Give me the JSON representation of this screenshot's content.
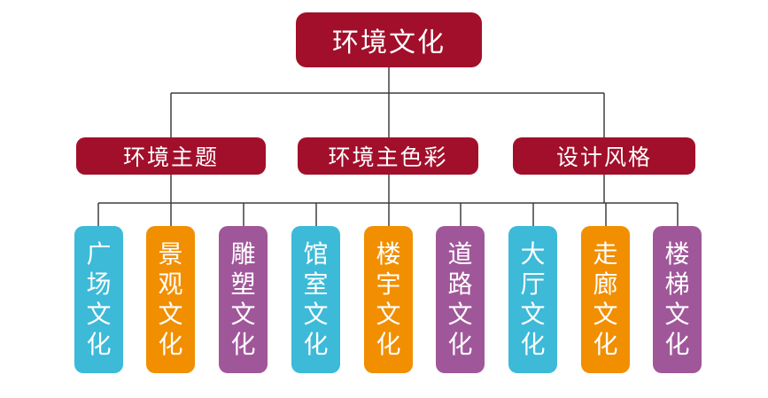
{
  "colors": {
    "primary": "#a20f2b",
    "connector": "#3f3f3f",
    "leaf_cyan": "#3cbad8",
    "leaf_orange": "#f18f00",
    "leaf_purple": "#a0579a"
  },
  "root": {
    "label": "环境文化"
  },
  "categories": [
    {
      "label": "环境主题"
    },
    {
      "label": "环境主色彩"
    },
    {
      "label": "设计风格"
    }
  ],
  "leaves": [
    {
      "label": "广场文化",
      "color": "cyan"
    },
    {
      "label": "景观文化",
      "color": "orange"
    },
    {
      "label": "雕塑文化",
      "color": "purple"
    },
    {
      "label": "馆室文化",
      "color": "cyan"
    },
    {
      "label": "楼宇文化",
      "color": "orange"
    },
    {
      "label": "道路文化",
      "color": "purple"
    },
    {
      "label": "大厅文化",
      "color": "cyan"
    },
    {
      "label": "走廊文化",
      "color": "orange"
    },
    {
      "label": "楼梯文化",
      "color": "purple"
    }
  ]
}
